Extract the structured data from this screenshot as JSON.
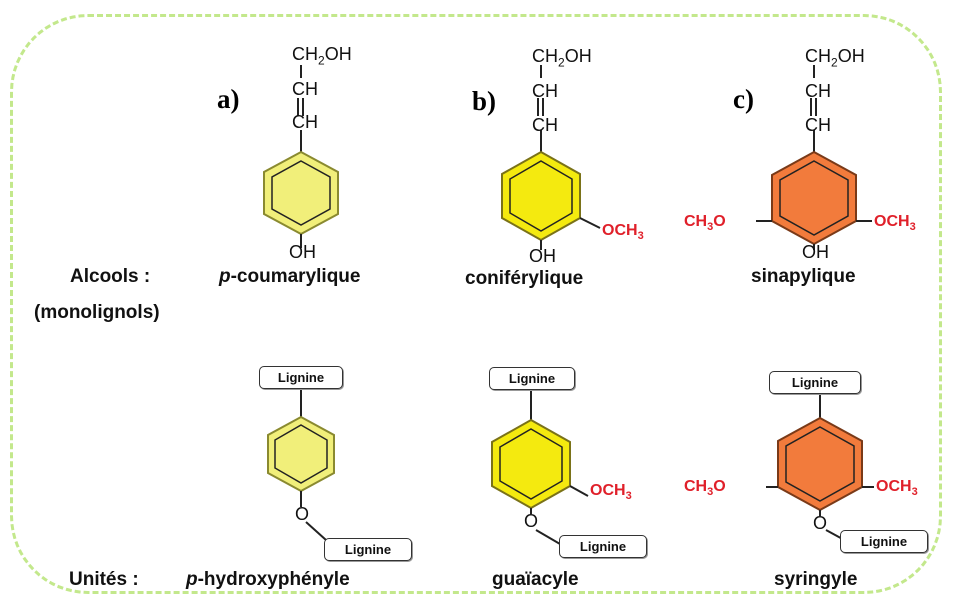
{
  "panels": [
    {
      "letter": "a)",
      "alcohol_prefix": "p",
      "alcohol_rest": "-coumarylique",
      "unit_prefix": "p",
      "unit_rest": "-hydroxyphényle",
      "ring_color": "#f1ef7a",
      "ring_stroke": "#8a8a30"
    },
    {
      "letter": "b)",
      "alcohol_prefix": "",
      "alcohol_rest": "coniférylique",
      "unit_prefix": "",
      "unit_rest": "guaïacyle",
      "ring_color": "#f4ea0f",
      "ring_stroke": "#7a7218"
    },
    {
      "letter": "c)",
      "alcohol_prefix": "",
      "alcohol_rest": "sinapylique",
      "unit_prefix": "",
      "unit_rest": "syringyle",
      "ring_color": "#f27b3c",
      "ring_stroke": "#7a3a18"
    }
  ],
  "row_labels": {
    "alcools": "Alcools :",
    "monolignols": "(monolignols)",
    "unites": "Unités :"
  },
  "chem": {
    "ch2oh_ch": "CH",
    "ch2oh_sub": "2",
    "ch2oh_oh": "OH",
    "ch": "CH",
    "oh": "OH",
    "o": "O",
    "och3_och": "OCH",
    "och3_sub": "3",
    "ch3o_ch": "CH",
    "ch3o_sub": "3",
    "ch3o_o": "O",
    "lignine": "Lignine"
  },
  "colors": {
    "frame": "#c3e88c",
    "methoxy": "#e0202a"
  }
}
